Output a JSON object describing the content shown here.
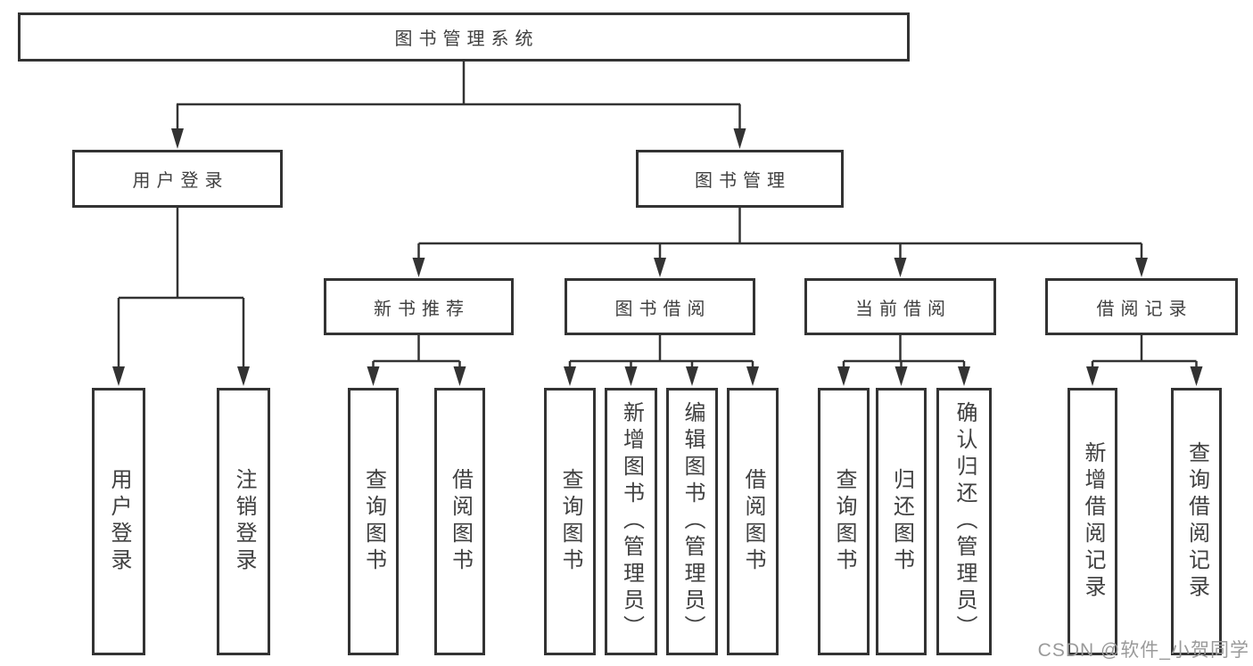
{
  "diagram": {
    "root": "图书管理系统",
    "level1": [
      "用户登录",
      "图书管理"
    ],
    "level2": [
      "新书推荐",
      "图书借阅",
      "当前借阅",
      "借阅记录"
    ],
    "leaves": {
      "login": [
        "用户登录",
        "注销登录"
      ],
      "recommend": [
        "查询图书",
        "借阅图书"
      ],
      "borrow": [
        "查询图书",
        "新增图书（管理员）",
        "编辑图书（管理员）",
        "借阅图书"
      ],
      "current": [
        "查询图书",
        "归还图书",
        "确认归还（管理员）"
      ],
      "records": [
        "新增借阅记录",
        "查询借阅记录"
      ]
    }
  },
  "watermark": "CSDN @软件_小贺同学",
  "colors": {
    "line": "#333333",
    "border": "#333333",
    "text": "#404040",
    "watermark": "#9a9a9a",
    "background": "#ffffff"
  }
}
